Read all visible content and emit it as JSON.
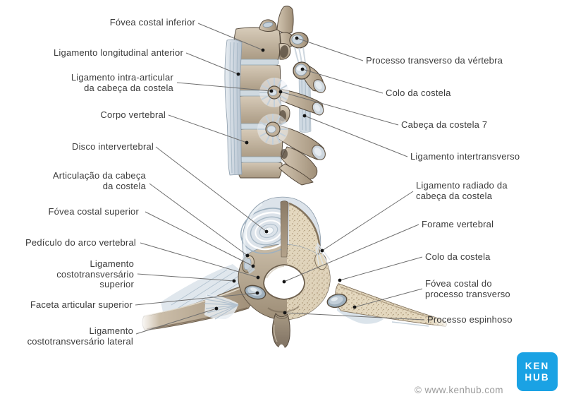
{
  "figure": {
    "subject": "Ligamentos da coluna vertebral e costelas",
    "views": {
      "top": "lateral view of thoracic vertebrae with rib heads and ligaments",
      "bottom": "superior view of thoracic vertebra with rib articulations"
    }
  },
  "labels": {
    "left": [
      {
        "id": "fovea-costal-inferior",
        "text": "Fóvea costal inferior"
      },
      {
        "id": "ligamento-longitudinal-anterior",
        "text": "Ligamento longitudinal anterior"
      },
      {
        "id": "ligamento-intra-articular",
        "text": "Ligamento intra-articular\nda cabeça da costela"
      },
      {
        "id": "corpo-vertebral",
        "text": "Corpo vertebral"
      },
      {
        "id": "disco-intervertebral",
        "text": "Disco intervertebral"
      },
      {
        "id": "articulacao-da-cabeca-da-costela",
        "text": "Articulação da cabeça\nda costela"
      },
      {
        "id": "fovea-costal-superior",
        "text": "Fóvea costal superior"
      },
      {
        "id": "pediculo-do-arco-vertebral",
        "text": "Pedículo do arco vertebral"
      },
      {
        "id": "ligamento-costotransversario-superior",
        "text": "Ligamento\ncostotransversário\nsuperior"
      },
      {
        "id": "faceta-articular-superior",
        "text": "Faceta articular superior"
      },
      {
        "id": "ligamento-costotransversario-lateral",
        "text": "Ligamento\ncostotransversário lateral"
      }
    ],
    "right": [
      {
        "id": "processo-transverso-da-vertebra",
        "text": "Processo transverso da vértebra"
      },
      {
        "id": "colo-da-costela-top",
        "text": "Colo da costela"
      },
      {
        "id": "cabeca-da-costela-7",
        "text": "Cabeça da costela 7"
      },
      {
        "id": "ligamento-intertransverso",
        "text": "Ligamento intertransverso"
      },
      {
        "id": "ligamento-radiado",
        "text": "Ligamento radiado da\ncabeça da costela"
      },
      {
        "id": "forame-vertebral",
        "text": "Forame vertebral"
      },
      {
        "id": "colo-da-costela-bottom",
        "text": "Colo da costela"
      },
      {
        "id": "fovea-costal-do-processo-transverso",
        "text": "Fóvea costal do\nprocesso transverso"
      },
      {
        "id": "processo-espinhoso",
        "text": "Processo espinhoso"
      }
    ]
  },
  "footer": {
    "copyright": "© www.kenhub.com",
    "logo_line1": "KEN",
    "logo_line2": "HUB"
  },
  "colors": {
    "brand_blue": "#1aa2e4",
    "label_text": "#3b3b3b",
    "leader_line": "#6f6f6f",
    "copyright_gray": "#9b9b9b",
    "bone_light": "#d8ccba",
    "bone_dark": "#a08f78",
    "ligament_blue": "#c7d2dd",
    "trabecular_tan": "#e3d7bf"
  }
}
